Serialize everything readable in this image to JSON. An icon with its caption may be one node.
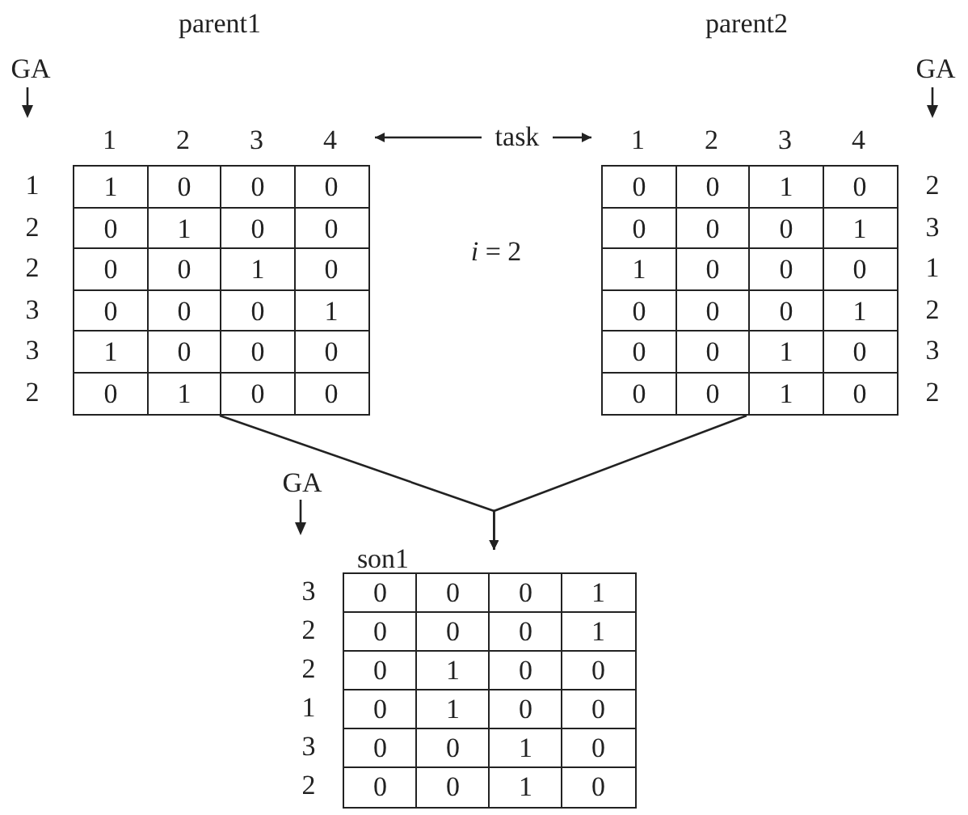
{
  "diagram": {
    "nodes": [
      {
        "text": [
          "parent1"
        ]
      },
      {
        "text": [
          "parent2"
        ]
      },
      {
        "text": [
          "task"
        ]
      },
      {
        "text": [
          "son1"
        ]
      }
    ],
    "edges": [
      {
        "from": 2,
        "to": 0,
        "arrow": "to"
      },
      {
        "from": 2,
        "to": 1,
        "arrow": "to"
      },
      {
        "from": 0,
        "to": 3,
        "arrow": "to"
      },
      {
        "from": 1,
        "to": 3,
        "arrow": "to"
      }
    ],
    "labels": [
      "GA",
      "1",
      "2",
      "3",
      "4",
      "1",
      "1",
      "0",
      "0",
      "0",
      "2",
      "0",
      "1",
      "0",
      "0",
      "2",
      "0",
      "0",
      "1",
      "0",
      "3",
      "0",
      "0",
      "0",
      "1",
      "3",
      "1",
      "0",
      "0",
      "0",
      "2",
      "0",
      "1",
      "0",
      "0",
      "*i* = 2",
      "GA",
      "1",
      "2",
      "3",
      "4",
      "0",
      "0",
      "1",
      "0",
      "2",
      "0",
      "0",
      "0",
      "1",
      "3",
      "1",
      "0",
      "0",
      "0",
      "1",
      "0",
      "0",
      "0",
      "1",
      "2",
      "0",
      "0",
      "1",
      "0",
      "3",
      "0",
      "0",
      "1",
      "0",
      "2",
      "GA",
      "3",
      "0",
      "0",
      "0",
      "1",
      "2",
      "0",
      "0",
      "0",
      "1",
      "2",
      "0",
      "1",
      "0",
      "0",
      "1",
      "0",
      "1",
      "0",
      "0",
      "3",
      "0",
      "0",
      "1",
      "0",
      "2",
      "0",
      "0",
      "1",
      "0"
    ]
  }
}
